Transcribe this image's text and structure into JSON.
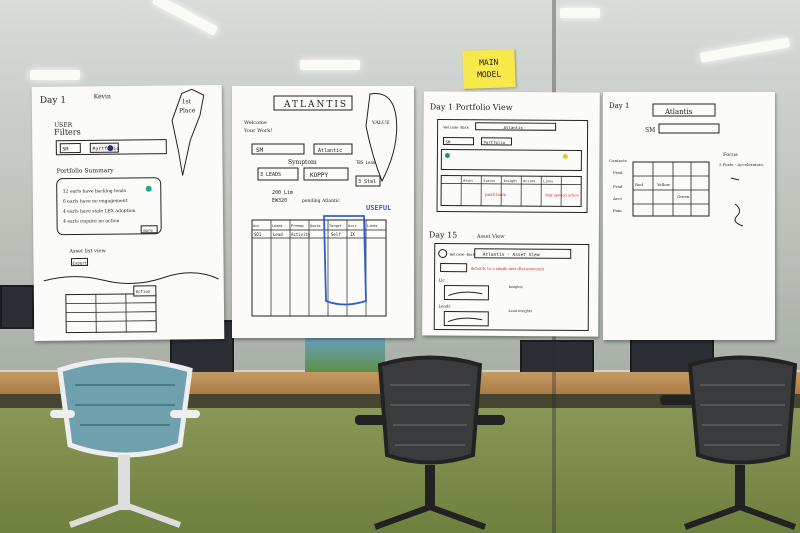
{
  "scene": {
    "description_colors": {
      "paper": "#fbfbfa",
      "ink": "#222222",
      "sticky": "#f8e94a",
      "accent_blue": "#2f5fcf",
      "accent_red": "#d11a1a",
      "desk": "#c69a63",
      "floor": "#7a8a48"
    }
  },
  "sticky_note": {
    "line1": "MAIN",
    "line2": "MODEL"
  },
  "sheet1": {
    "day": "Day 1",
    "user": "Kevin",
    "badge_line1": "1st",
    "badge_line2": "Place",
    "user_label": "USER",
    "filters_label": "Filters",
    "field1": "SM",
    "field2": "Portfolio",
    "summary_title": "Portfolio Summary",
    "summary_lines": [
      "12 earls have backlog leads",
      "6 earls have no engagement",
      "4 earls have stale LEX adoption",
      "4 earls require no action"
    ],
    "more_button": "more",
    "list_view_label": "Asset list view",
    "export_button": "Export",
    "table_button": "Action"
  },
  "sheet2": {
    "title": "ATLANTIS",
    "welcome_line1": "Welcome",
    "welcome_line2": "Your Work!",
    "tag_right": "VALUE",
    "field1": "SM",
    "field2": "Atlantic",
    "section": "Symptom",
    "cells": [
      "3 LEADS",
      "KOPPY",
      "3 Stal",
      "200 Lim",
      "EW320",
      "TBS Lead"
    ],
    "pending": "pending Atlantic",
    "useful": "USEFUL",
    "table_head": [
      "Acc",
      "Leads",
      "Preemp",
      "Quota",
      "Target",
      "Accr",
      "Lines"
    ],
    "table_row": [
      "SO1",
      "Lead",
      "Activity",
      "",
      "Self",
      "IX",
      ""
    ]
  },
  "sheet3": {
    "title": "Day 1  Portfolio View",
    "welcome": "Welcome Back",
    "field": "Atlantis",
    "headers": [
      "SM",
      "Portfolio",
      "Asset",
      "Status",
      "Insight",
      "Action",
      "Lines"
    ],
    "red_note1": "push back",
    "red_note2": "Mgr opened action",
    "day15": "Day 15",
    "asset_view": "Asset View",
    "welcome2": "Welcome Back",
    "field2": "Atlantis - Asset View",
    "red_note3": "defaults to a single unit (Recommend)",
    "left_label1": "Lic",
    "left_label2": "Leads",
    "mini1": "Insights",
    "mini2": "Lead insights"
  },
  "sheet4": {
    "day": "Day 1",
    "title": "Atlantis",
    "field": "SM",
    "left_labels": [
      "Contacts",
      "Prod",
      "Prod",
      "Acct",
      "Pain"
    ],
    "cells": [
      "Red",
      "Yellow",
      "Green"
    ],
    "focus": "Focus",
    "focus_line": "3 Posts - Accelerators"
  }
}
